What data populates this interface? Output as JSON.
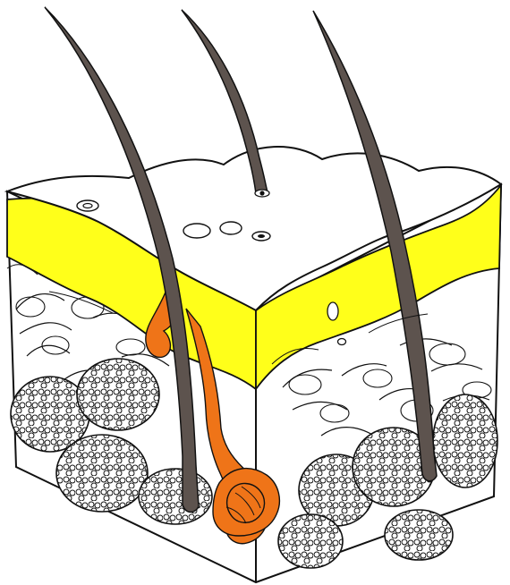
{
  "diagram": {
    "colors": {
      "background": "#ffffff",
      "outline": "#111111",
      "skin_surface": "#ffffff",
      "epidermis": "#ffff1a",
      "hair_shaft": "#5d534e",
      "gland": "#ef7418",
      "fat_lobule": "#ffffff"
    },
    "parts": [
      {
        "name": "hair-shaft-left",
        "kind": "hair-shaft"
      },
      {
        "name": "hair-shaft-middle",
        "kind": "hair-shaft"
      },
      {
        "name": "hair-shaft-right",
        "kind": "hair-shaft"
      },
      {
        "name": "epidermis-layer",
        "kind": "tissue-layer"
      },
      {
        "name": "dermis-layer",
        "kind": "tissue-layer"
      },
      {
        "name": "subcutaneous-fat-lobules",
        "kind": "fat-lobules"
      },
      {
        "name": "sweat-gland",
        "kind": "gland"
      }
    ]
  }
}
